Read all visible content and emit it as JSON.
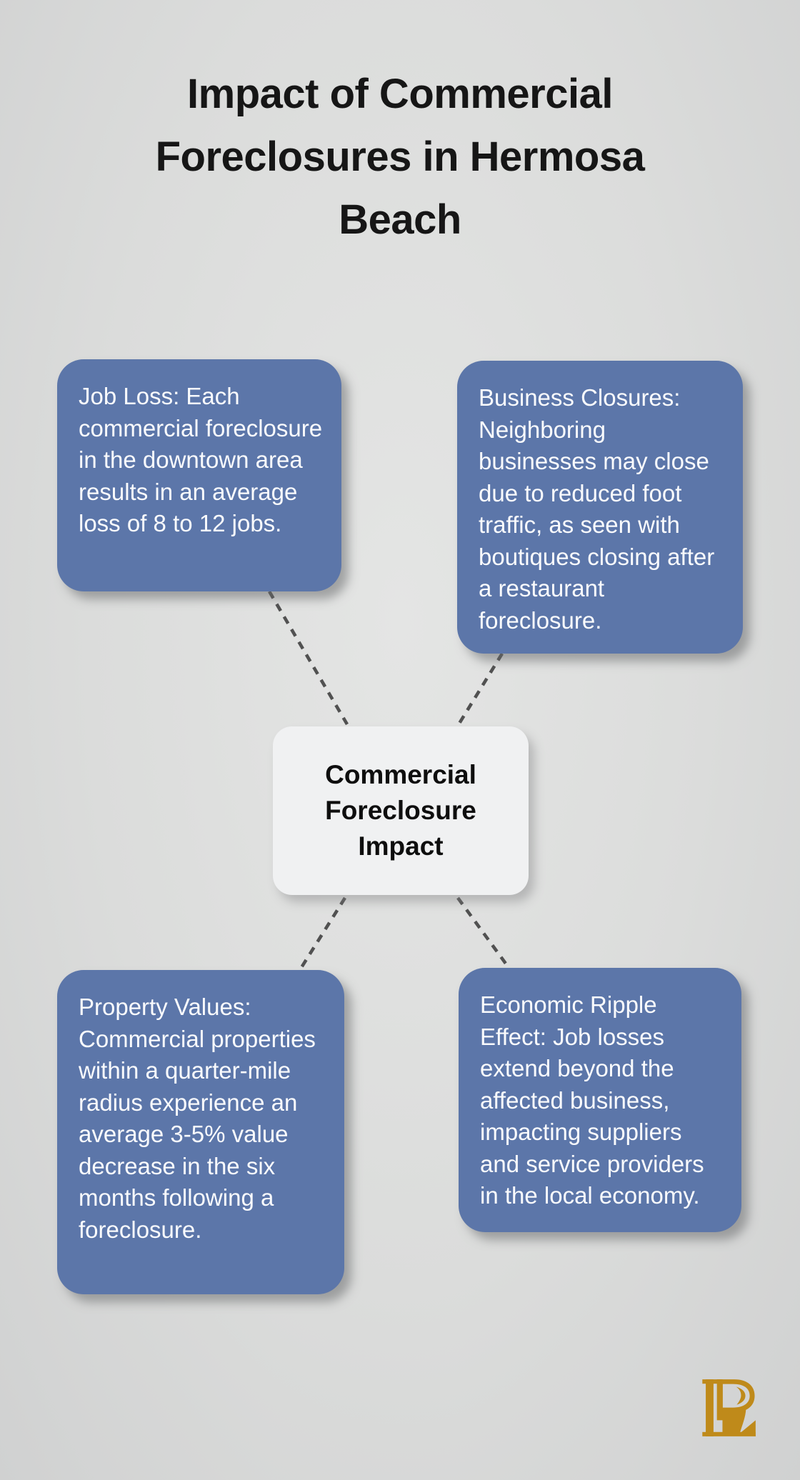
{
  "title": {
    "text": "Impact of Commercial Foreclosures in Hermosa Beach",
    "color": "#161616"
  },
  "center_node": {
    "label": "Commercial Foreclosure Impact",
    "background": "#f0f1f2",
    "text_color": "#0e0e0e"
  },
  "nodes": [
    {
      "id": "job-loss",
      "text": "Job Loss: Each commercial foreclosure in the downtown area results in an average loss of 8 to 12 jobs."
    },
    {
      "id": "business-closures",
      "text": "Business Closures: Neighboring businesses may close due to reduced foot traffic, as seen with boutiques closing after a restaurant foreclosure."
    },
    {
      "id": "property-values",
      "text": "Property Values: Commercial properties within a quarter-mile radius experience an average 3-5% value decrease in the six months following a foreclosure."
    },
    {
      "id": "economic-ripple",
      "text": "Economic Ripple Effect: Job losses extend beyond the affected business, impacting suppliers and service providers in the local economy."
    }
  ],
  "style": {
    "node_background": "#5c76a9",
    "node_text_color": "#fafbfd",
    "connector_color": "#515151",
    "page_background": "#dbdcdb",
    "logo_color": "#bf8a1a"
  }
}
